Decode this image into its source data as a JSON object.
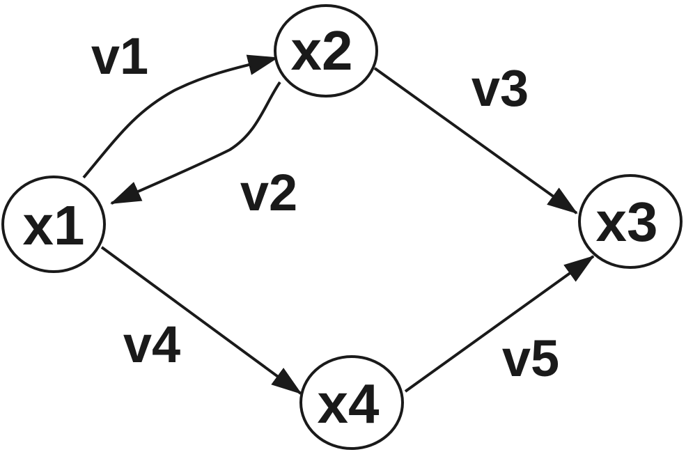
{
  "diagram": {
    "nodes": [
      {
        "id": "x1",
        "label": "x1"
      },
      {
        "id": "x2",
        "label": "x2"
      },
      {
        "id": "x3",
        "label": "x3"
      },
      {
        "id": "x4",
        "label": "x4"
      }
    ],
    "edges": [
      {
        "id": "v1",
        "from": "x1",
        "to": "x2",
        "label": "v1"
      },
      {
        "id": "v2",
        "from": "x2",
        "to": "x1",
        "label": "v2"
      },
      {
        "id": "v3",
        "from": "x2",
        "to": "x3",
        "label": "v3"
      },
      {
        "id": "v4",
        "from": "x1",
        "to": "x4",
        "label": "v4"
      },
      {
        "id": "v5",
        "from": "x4",
        "to": "x3",
        "label": "v5"
      }
    ],
    "colors": {
      "stroke": "#1a1a1a",
      "background": "#ffffff"
    }
  }
}
